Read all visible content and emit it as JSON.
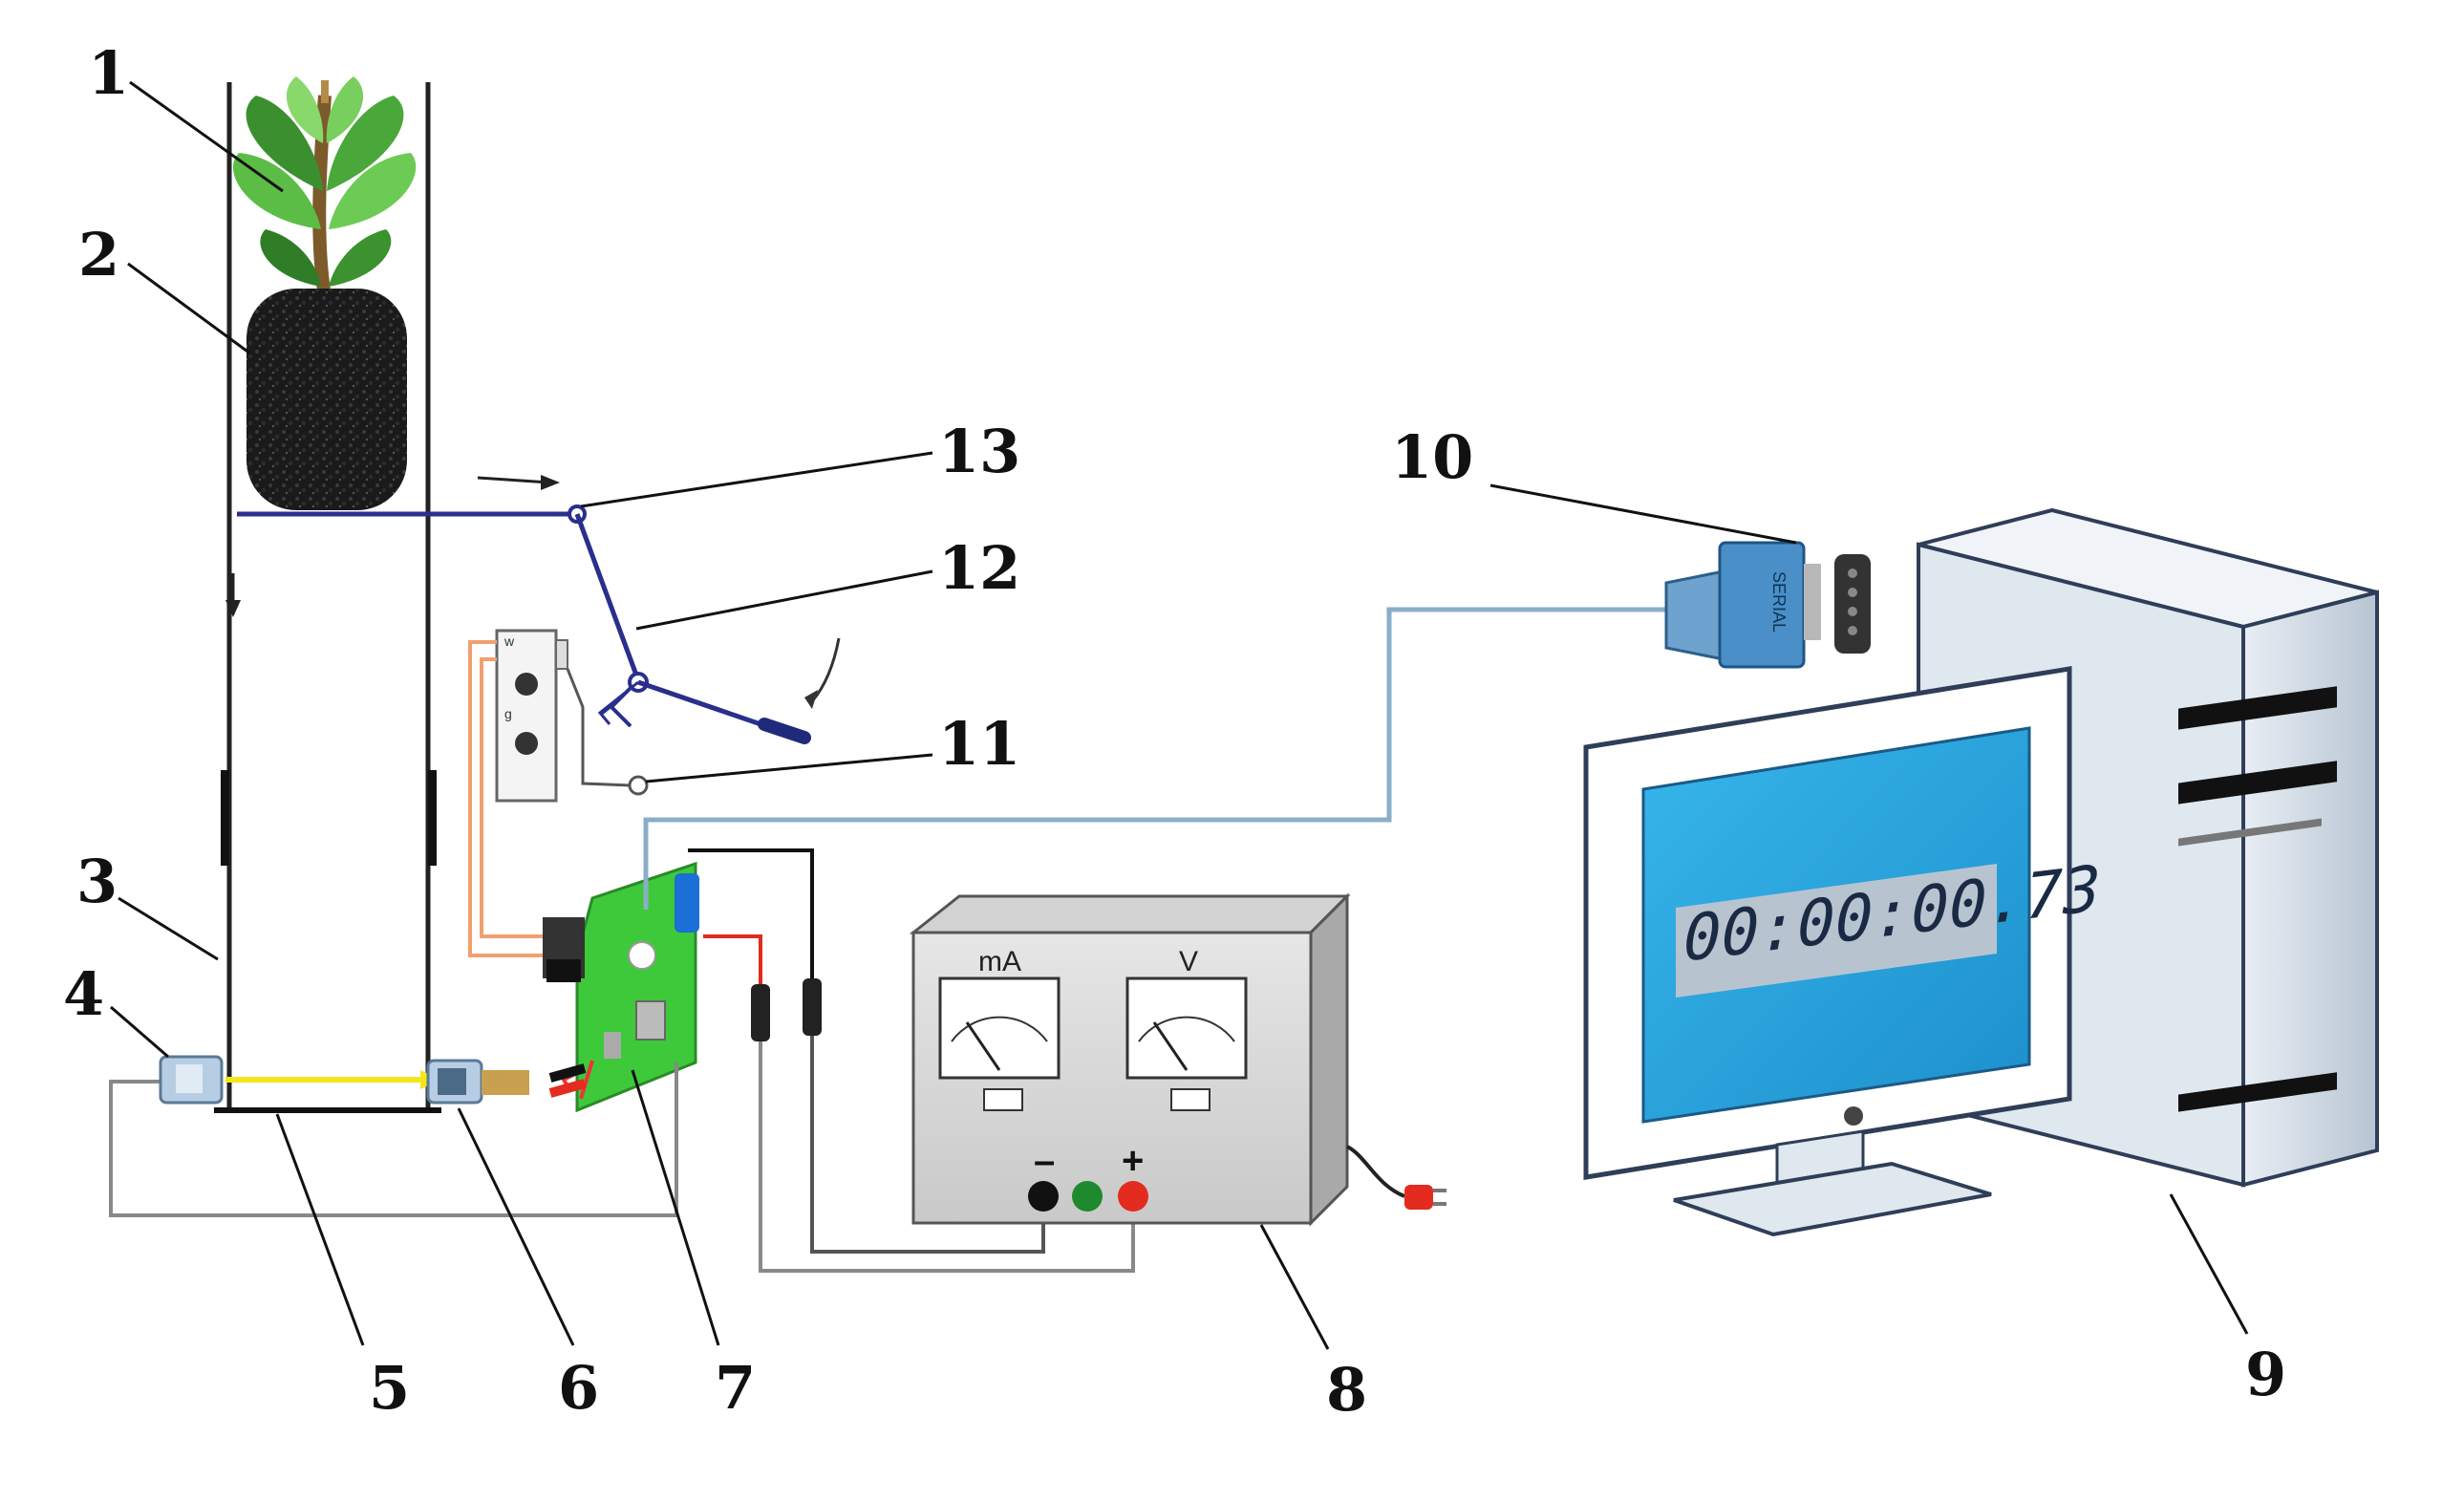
{
  "labels": {
    "l1": "1",
    "l2": "2",
    "l3": "3",
    "l4": "4",
    "l5": "5",
    "l6": "6",
    "l7": "7",
    "l8": "8",
    "l9": "9",
    "l10": "10",
    "l11": "11",
    "l12": "12",
    "l13": "13"
  },
  "power_supply": {
    "meter_left_unit": "mA",
    "meter_right_unit": "V",
    "minus": "–",
    "plus": "+"
  },
  "monitor": {
    "timer_text": "00:00:00.73"
  },
  "serial_adapter": {
    "text": "SERIAL"
  },
  "colors": {
    "beam": "#f5e61a",
    "signal_cable": "#8aaec9",
    "pcb": "#3ec93a",
    "screen": "#2aa7de",
    "lever": "#2a2f8c",
    "orange_wire": "#f0a070"
  }
}
